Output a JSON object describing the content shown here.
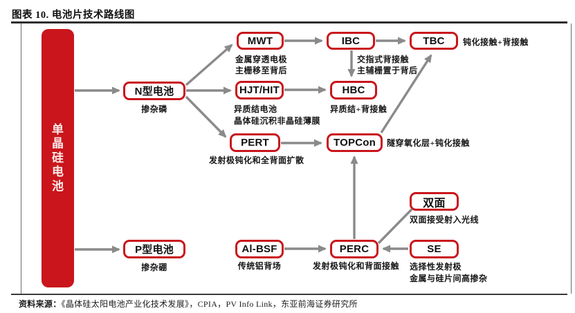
{
  "header": {
    "title": "图表 10. 电池片技术路线图"
  },
  "colors": {
    "accent_red": "#c9151b",
    "arrow_gray": "#8a8a8a"
  },
  "diagram": {
    "root": {
      "label": "单晶硅电池"
    },
    "nodes": {
      "n_type": {
        "label": "N型电池",
        "note": "掺杂磷"
      },
      "p_type": {
        "label": "P型电池",
        "note": "掺杂硼"
      },
      "mwt": {
        "label": "MWT",
        "note1": "金属穿透电极",
        "note2": "主栅移至背后"
      },
      "hjt": {
        "label": "HJT/HIT",
        "note1": "异质结电池",
        "note2": "晶体硅沉积非晶硅薄膜"
      },
      "pert": {
        "label": "PERT",
        "note": "发射极钝化和全背面扩散"
      },
      "ibc": {
        "label": "IBC",
        "note1": "交指式背接触",
        "note2": "主辅栅置于背后"
      },
      "hbc": {
        "label": "HBC",
        "note": "异质结+背接触"
      },
      "topcon": {
        "label": "TOPCon",
        "note": "隧穿氧化层+钝化接触"
      },
      "tbc": {
        "label": "TBC",
        "note": "钝化接触+背接触"
      },
      "bifacial": {
        "label": "双面",
        "note": "双面接受射入光线"
      },
      "al_bsf": {
        "label": "Al-BSF",
        "note": "传统铝背场"
      },
      "perc": {
        "label": "PERC",
        "note": "发射极钝化和背面接触"
      },
      "se": {
        "label": "SE",
        "note1": "选择性发射极",
        "note2": "金属与硅片间高掺杂"
      }
    },
    "edges": [
      {
        "from": "单晶硅电池",
        "to": "N型电池",
        "arrow": true
      },
      {
        "from": "单晶硅电池",
        "to": "P型电池",
        "arrow": true
      },
      {
        "from": "N型电池",
        "to": "MWT",
        "arrow": true
      },
      {
        "from": "N型电池",
        "to": "HJT/HIT",
        "arrow": true
      },
      {
        "from": "N型电池",
        "to": "PERT",
        "arrow": true
      },
      {
        "from": "MWT",
        "to": "IBC",
        "arrow": true
      },
      {
        "from": "IBC",
        "to": "TBC",
        "arrow": true
      },
      {
        "from": "IBC",
        "to": "HBC",
        "arrow": true
      },
      {
        "from": "HJT/HIT",
        "to": "HBC",
        "arrow": true
      },
      {
        "from": "PERT",
        "to": "TOPCon",
        "arrow": true
      },
      {
        "from": "TOPCon",
        "to": "TBC",
        "arrow": true
      },
      {
        "from": "PERC",
        "to": "TOPCon",
        "arrow": true
      },
      {
        "from": "Al-BSF",
        "to": "PERC",
        "arrow": true
      },
      {
        "from": "PERC",
        "to": "双面",
        "arrow": false
      },
      {
        "from": "SE",
        "to": "PERC",
        "arrow": true
      }
    ]
  },
  "footer": {
    "source_label": "资料来源：",
    "source_text": "《晶体硅太阳电池产业化技术发展》，CPIA，PV Info Link，东亚前海证券研究所"
  }
}
